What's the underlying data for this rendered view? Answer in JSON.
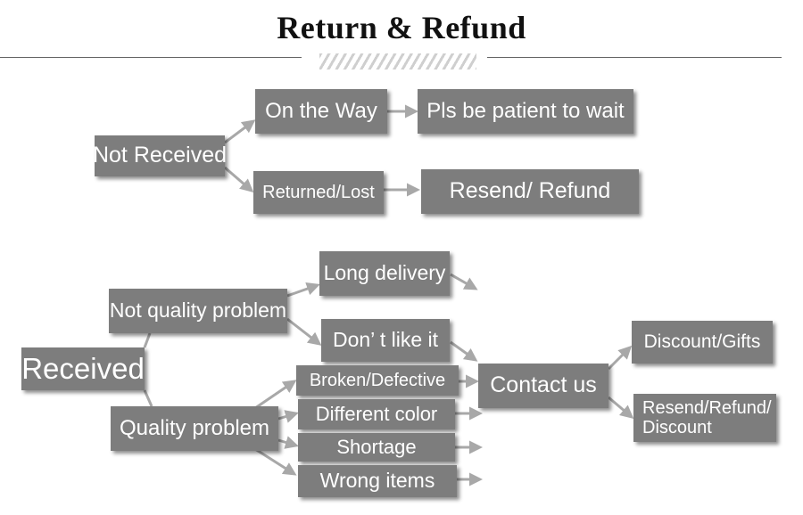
{
  "title": "Return & Refund",
  "colors": {
    "box": "#7d7d7d",
    "arrow": "#a8a8a8",
    "text": "#ffffff"
  },
  "nodes": {
    "not_received": "Not Received",
    "on_the_way": "On the Way",
    "pls_wait": "Pls be patient to wait",
    "returned_lost": "Returned/Lost",
    "resend_refund_1": "Resend/ Refund",
    "received": "Received",
    "not_quality_problem": "Not quality problem",
    "long_delivery": "Long delivery",
    "dont_like_it": "Don’ t like it",
    "quality_problem": "Quality problem",
    "broken_defective": "Broken/Defective",
    "different_color": "Different color",
    "shortage": "Shortage",
    "wrong_items": "Wrong items",
    "contact_us": "Contact us",
    "discount_gifts": "Discount/Gifts",
    "resend_refund_discount": "Resend/Refund/ Discount"
  }
}
